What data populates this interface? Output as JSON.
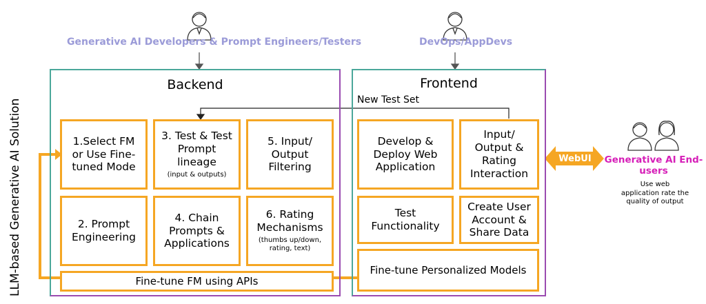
{
  "personas": {
    "developers": "Generative AI Developers & Prompt Engineers/Testers",
    "devops": "DevOps/AppDevs",
    "end_users_title": "Generative AI End-users",
    "end_users_note": "Use web application rate the quality of output"
  },
  "side_label": "LLM-based Generative AI Solution",
  "backend": {
    "title": "Backend",
    "boxes": {
      "b1": "1.Select FM or Use Fine-tuned Mode",
      "b2": "2. Prompt Engineering",
      "b3": "3. Test & Test Prompt lineage",
      "b3_sub": "(input & outputs)",
      "b4": "4. Chain Prompts & Applications",
      "b5": "5. Input/ Output Filtering",
      "b6": "6. Rating Mechanisms",
      "b6_sub": "(thumbs up/down, rating, text)"
    },
    "finetune": "Fine-tune FM using APIs"
  },
  "frontend": {
    "title": "Frontend",
    "new_test_set": "New Test Set",
    "boxes": {
      "f1": "Develop & Deploy Web Application",
      "f2": "Input/ Output & Rating Interaction",
      "f3": "Test Functionality",
      "f4": "Create User Account & Share Data"
    },
    "finetune_personal": "Fine-tune Personalized Models"
  },
  "webui": "WebUI",
  "colors": {
    "orange": "#f5a623",
    "persona": "#9b9bd8",
    "enduser": "#d61fb8",
    "panel_green": "#4aa79a",
    "panel_purple": "#9a4ab0"
  }
}
